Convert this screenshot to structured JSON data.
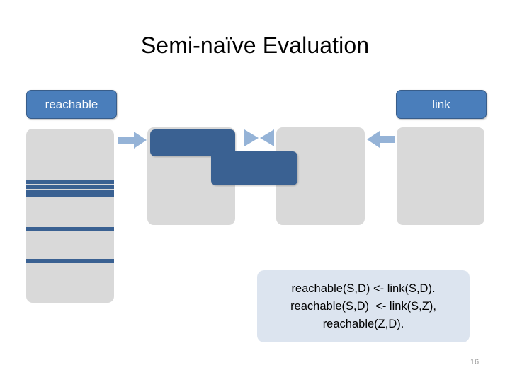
{
  "slide": {
    "title": "Semi-naïve Evaluation",
    "number": "16",
    "background_color": "#FFFFFF"
  },
  "relations": [
    {
      "name": "reachable",
      "label": "reachable",
      "box_color": "#D9D9D9",
      "pill_color": "#4A7EBB",
      "pill_border_color": "#385D8A",
      "pill_text_color": "#FFFFFF"
    },
    {
      "name": "link",
      "label": "link",
      "box_color": "#D9D9D9",
      "pill_color": "#4A7EBB",
      "pill_border_color": "#385D8A",
      "pill_text_color": "#FFFFFF"
    }
  ],
  "delta_color": "#3A6192",
  "arrow_color": "#95B3D7",
  "join_operator_color": "#95B3D7",
  "join_operator_symbol": "join-bowtie",
  "rule_box": {
    "background_color": "#DCE4EF",
    "lines": [
      "reachable(S,D) <- link(S,D).",
      "reachable(S,D)  <- link(S,Z),",
      "reachable(Z,D)."
    ]
  }
}
